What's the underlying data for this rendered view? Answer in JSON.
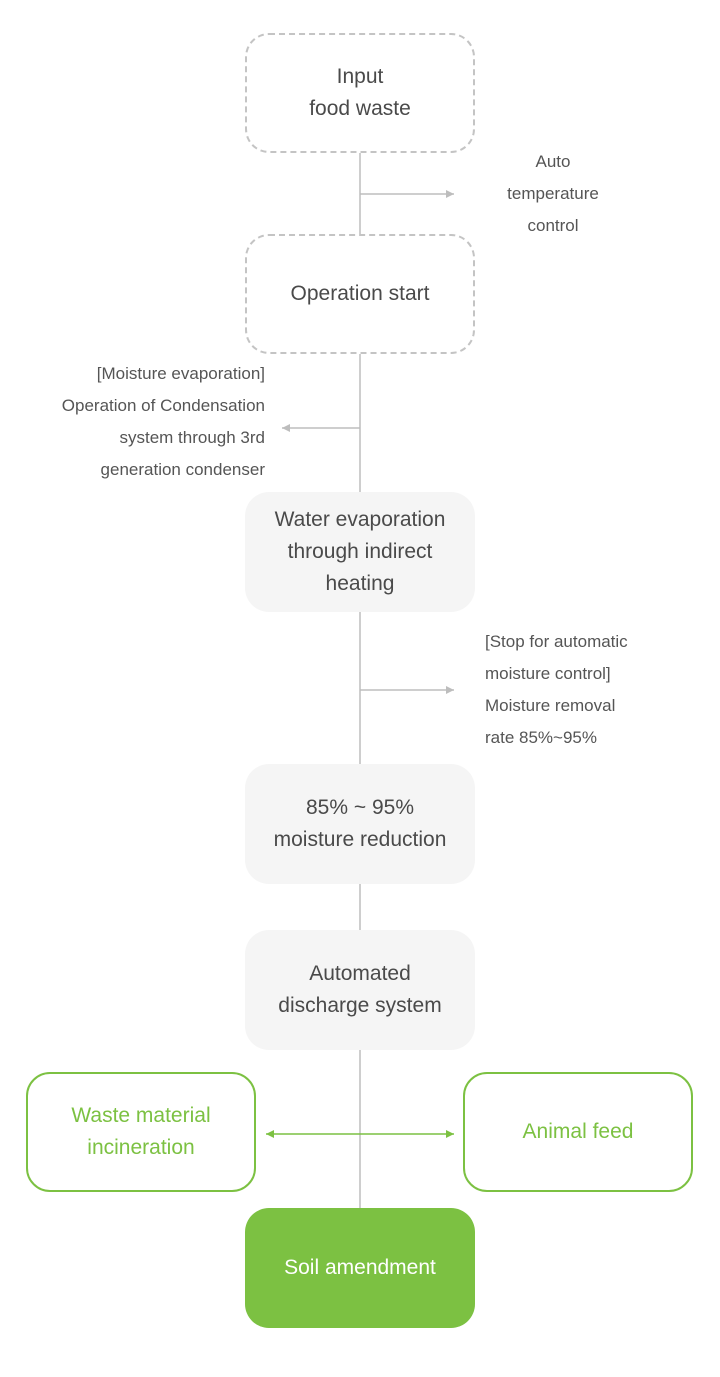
{
  "colors": {
    "accent": "#7cc142",
    "connector": "#bdbdbd",
    "box_fill": "#f5f5f5",
    "dashed_border": "#c4c4c4",
    "text": "#4a4a4a"
  },
  "steps": {
    "input": "Input\nfood waste",
    "operation_start": "Operation start",
    "evaporation": "Water evaporation\nthrough indirect\nheating",
    "reduction": "85% ~ 95%\nmoisture reduction",
    "discharge": "Automated\ndischarge system"
  },
  "notes": {
    "auto_temp": "Auto\ntemperature\ncontrol",
    "condensation": "[Moisture evaporation]\nOperation of Condensation\nsystem through 3rd\ngeneration condenser",
    "moisture_control": "[Stop for automatic\nmoisture control]\nMoisture removal\nrate 85%~95%"
  },
  "outputs": {
    "incineration": "Waste material\nincineration",
    "animal_feed": "Animal feed",
    "soil": "Soil amendment"
  }
}
